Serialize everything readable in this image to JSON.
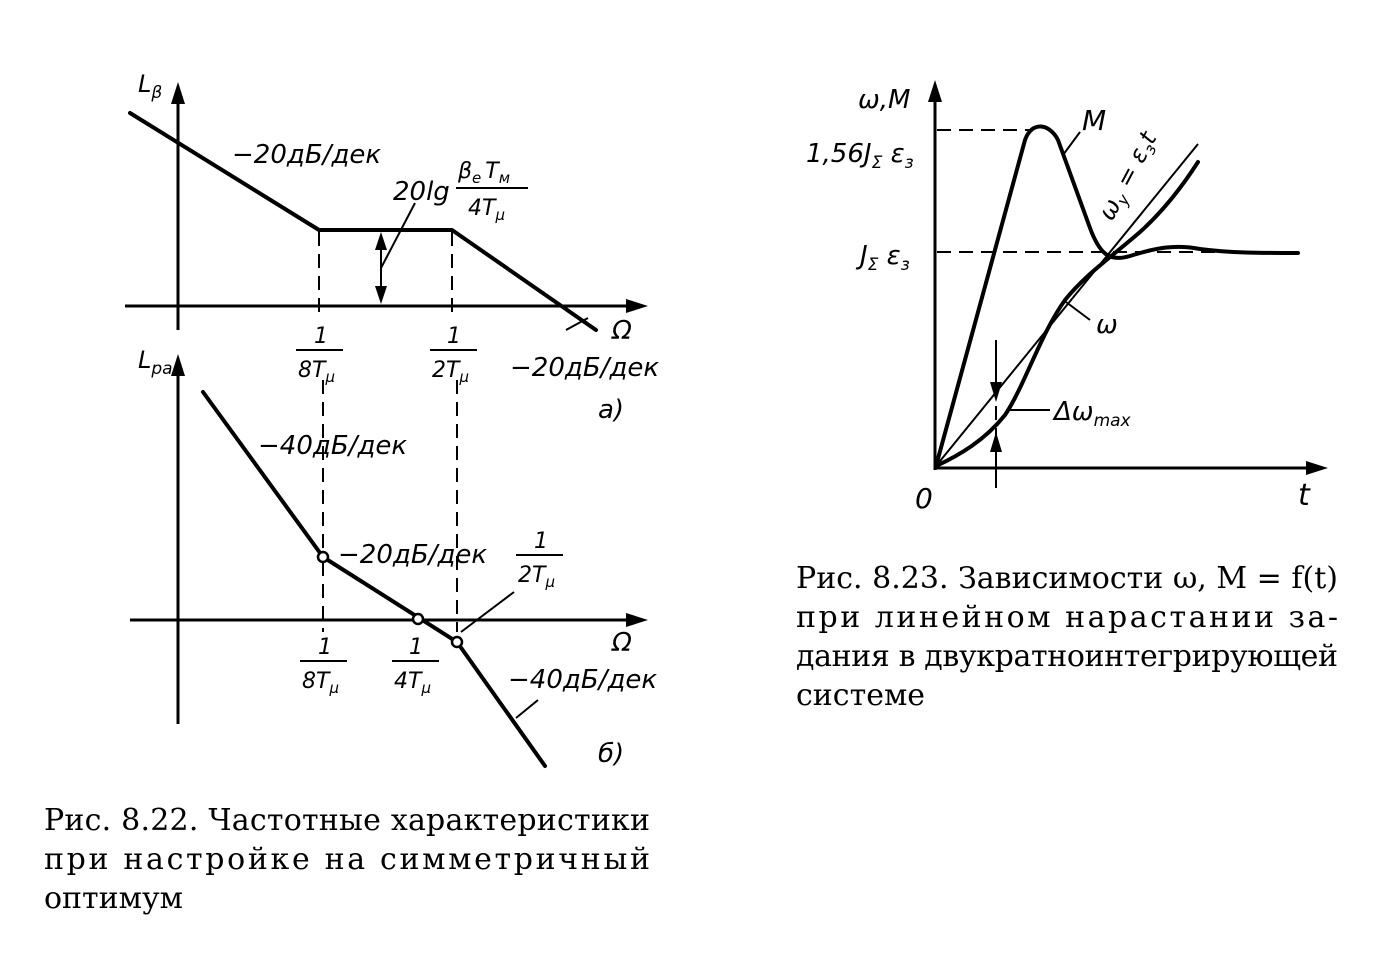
{
  "fig_a": {
    "y_label": "L",
    "y_label_sub": "β",
    "x_label": "Ω",
    "slope_left": "−20дБ/дек",
    "slope_right": "−20дБ/дек",
    "level_num_1": "20lg",
    "level_num_2": "β",
    "level_num_3": "e",
    "level_num_4": "T",
    "level_num_5": "м",
    "level_den_1": "4T",
    "level_den_2": "μ",
    "tick1_num": "1",
    "tick1_den_1": "8T",
    "tick1_den_2": "μ",
    "tick2_num": "1",
    "tick2_den_1": "2T",
    "tick2_den_2": "μ",
    "panel_tag": "a)"
  },
  "fig_b": {
    "y_label": "L",
    "y_label_sub": "раз",
    "x_label": "Ω",
    "slope_1": "−40дБ/дек",
    "slope_2": "−20дБ/дек",
    "slope_3": "−40дБ/дек",
    "tick1_num": "1",
    "tick1_den_1": "8T",
    "tick1_den_2": "μ",
    "tick2_num": "1",
    "tick2_den_1": "4T",
    "tick2_den_2": "μ",
    "tick3_num": "1",
    "tick3_den_1": "2T",
    "tick3_den_2": "μ",
    "panel_tag": "б)"
  },
  "caption_822": {
    "line1": "Рис. 8.22. Частотные характеристики",
    "line2": "при настройке на симметричный",
    "line3": "оптимум"
  },
  "fig_823": {
    "y_label": "ω,M",
    "x_label": "t",
    "origin": "0",
    "level_high_1": "1,56J",
    "level_high_2": "Σ",
    "level_high_3": " ε",
    "level_high_4": "з",
    "level_low_1": "J",
    "level_low_2": "Σ",
    "level_low_3": " ε",
    "level_low_4": "з",
    "curve_M": "M",
    "curve_omega": "ω",
    "curve_ref": "ω",
    "curve_ref_sub": "у",
    "curve_ref_rest": " = ε",
    "curve_ref_sub2": "з",
    "curve_ref_t": "t",
    "delta_label": "Δω",
    "delta_sub": "max"
  },
  "caption_823": {
    "line1": "Рис. 8.23. Зависимости ω, M = f(t)",
    "line2": "при линейном нарастании за-",
    "line3": "дания в двукратноинтегрирующей",
    "line4": "системе"
  }
}
